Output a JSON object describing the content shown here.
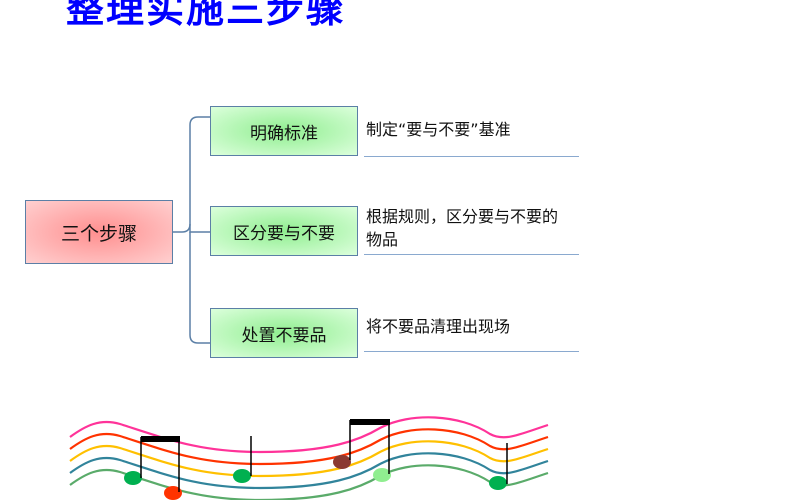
{
  "title": "整理实施三步骤",
  "root": {
    "label": "三个步骤"
  },
  "steps": [
    {
      "label": "明确标准",
      "description": "制定“要与不要”基准"
    },
    {
      "label": "区分要与不要",
      "description": "根据规则，区分要与不要的物品"
    },
    {
      "label": "处置不要品",
      "description": "将不要品清理出现场"
    }
  ],
  "colors": {
    "title": "#0000ff",
    "root_fill": "#ff8f8f",
    "step_fill": "#90ee90",
    "staff_lines": [
      "#ff3399",
      "#ff3300",
      "#ffc000",
      "#31849b",
      "#5aab6a"
    ]
  },
  "decoration": {
    "icon": "music-staff-icon"
  }
}
